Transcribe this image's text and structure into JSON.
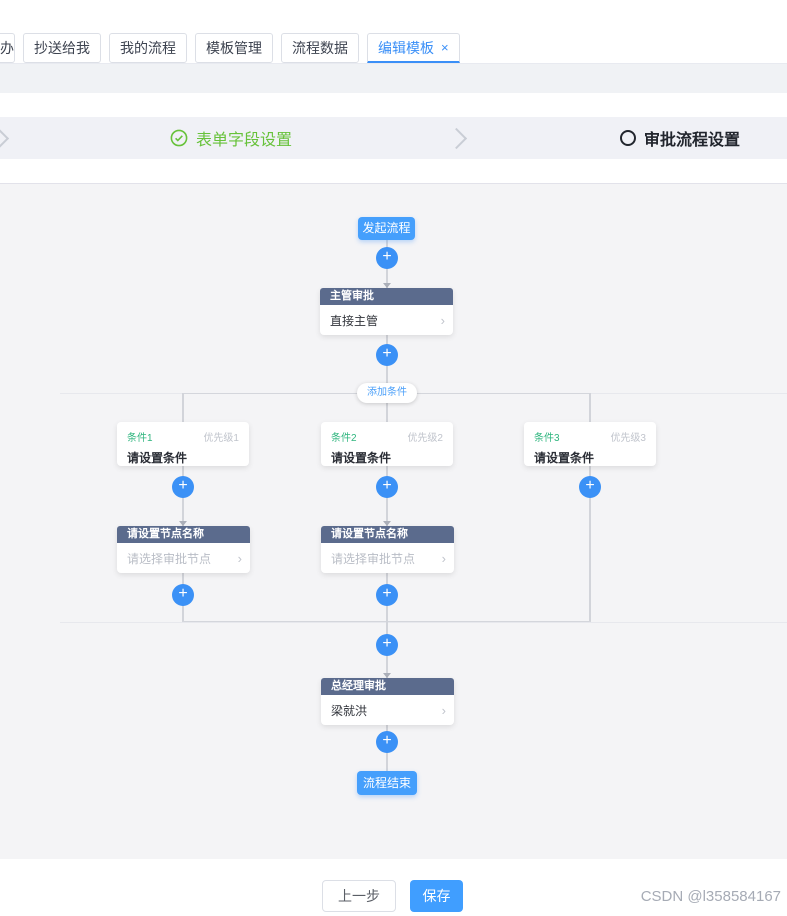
{
  "tabs": {
    "partial_label": "办",
    "items": [
      {
        "label": "抄送给我",
        "active": false
      },
      {
        "label": "我的流程",
        "active": false
      },
      {
        "label": "模板管理",
        "active": false
      },
      {
        "label": "流程数据",
        "active": false
      },
      {
        "label": "编辑模板",
        "active": true,
        "closable": true
      }
    ],
    "close_label": "×"
  },
  "stepper": {
    "steps": [
      {
        "label": "表单字段设置",
        "state": "done"
      },
      {
        "label": "审批流程设置",
        "state": "current"
      }
    ]
  },
  "flow": {
    "start_label": "发起流程",
    "end_label": "流程结束",
    "add_condition_label": "添加条件",
    "plus_label": "+",
    "chevron": "›",
    "manager_node": {
      "title": "主管审批",
      "value": "直接主管"
    },
    "conditions": [
      {
        "name": "条件1",
        "priority": "优先级1",
        "placeholder": "请设置条件"
      },
      {
        "name": "条件2",
        "priority": "优先级2",
        "placeholder": "请设置条件"
      },
      {
        "name": "条件3",
        "priority": "优先级3",
        "placeholder": "请设置条件"
      }
    ],
    "branch_nodes": [
      {
        "title": "请设置节点名称",
        "placeholder": "请选择审批节点"
      },
      {
        "title": "请设置节点名称",
        "placeholder": "请选择审批节点"
      }
    ],
    "gm_node": {
      "title": "总经理审批",
      "value": "梁就洪"
    }
  },
  "footer": {
    "prev_label": "上一步",
    "save_label": "保存",
    "watermark": "CSDN @l358584167"
  },
  "colors": {
    "accent_blue": "#409eff",
    "node_header": "#5b6b8d",
    "step_done_green": "#67c23a",
    "condition_green": "#2eb57e",
    "canvas_bg": "#f4f4f6"
  }
}
